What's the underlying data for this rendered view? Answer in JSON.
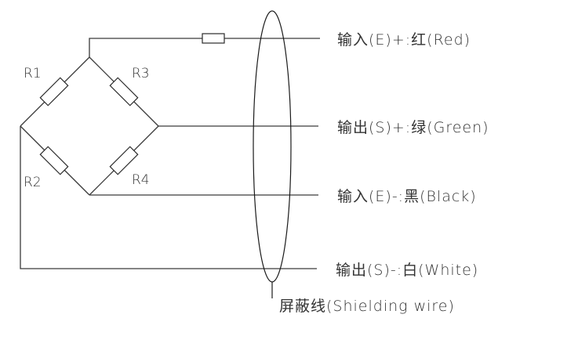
{
  "diagram": {
    "title": "Load cell Wheatstone bridge wiring",
    "resistors": [
      {
        "id": "R1",
        "label": "R1"
      },
      {
        "id": "R2",
        "label": "R2"
      },
      {
        "id": "R3",
        "label": "R3"
      },
      {
        "id": "R4",
        "label": "R4"
      }
    ],
    "wires": [
      {
        "id": "excitation-positive",
        "label": "输入(E)+:红(Red)",
        "color": "#d32f2f"
      },
      {
        "id": "signal-positive",
        "label": "输出(S)+:绿(Green)",
        "color": "#2e7d32"
      },
      {
        "id": "excitation-negative",
        "label": "输入(E)-:黑(Black)",
        "color": "#000000"
      },
      {
        "id": "signal-negative",
        "label": "输出(S)-:白(White)",
        "color": "#ffffff"
      }
    ],
    "shield_label": "屏蔽线(Shielding wire)"
  }
}
